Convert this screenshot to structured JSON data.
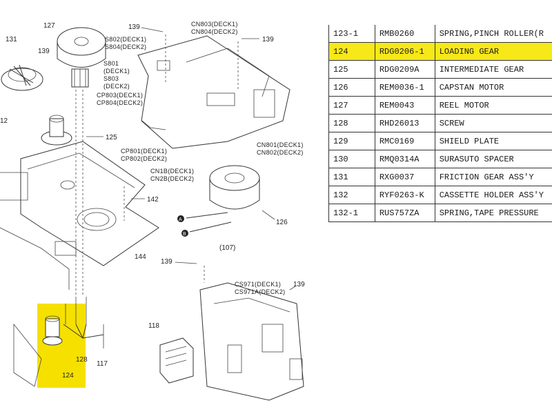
{
  "highlight_color": "#f5e000",
  "diagram": {
    "callouts": {
      "c127": "127",
      "c131": "131",
      "c139a": "139",
      "c139b": "139",
      "c139c": "139",
      "c139d": "139",
      "c139e": "139",
      "c125": "125",
      "c142": "142",
      "c144": "144",
      "c126": "126",
      "c107": "(107)",
      "c118": "118",
      "c117": "117",
      "c128": "128",
      "c124": "124",
      "c12": "12"
    },
    "labels": {
      "s802": "S802(DECK1)",
      "s804": "S804(DECK2)",
      "s801": "S801",
      "s801b": "(DECK1)",
      "s803": "S803",
      "s803b": "(DECK2)",
      "cp803": "CP803(DECK1)",
      "cp804": "CP804(DECK2)",
      "cn803": "CN803(DECK1)",
      "cn804": "CN804(DECK2)",
      "cp801": "CP801(DECK1)",
      "cp802": "CP802(DECK2)",
      "cn1b": "CN1B(DECK1)",
      "cn2b": "CN2B(DECK2)",
      "cn801": "CN801(DECK1)",
      "cn802": "CN802(DECK2)",
      "cs971": "CS971(DECK1)",
      "cs971a": "CS971A(DECK2)",
      "marker_a": "A",
      "marker_b": "B"
    }
  },
  "parts_table": {
    "rows": [
      {
        "ref": "123-1",
        "part": "RMB0260",
        "desc": "SPRING,PINCH ROLLER(R",
        "highlight": false
      },
      {
        "ref": "124",
        "part": "RDG0206-1",
        "desc": "LOADING GEAR",
        "highlight": true
      },
      {
        "ref": "125",
        "part": "RDG0209A",
        "desc": "INTERMEDIATE GEAR",
        "highlight": false
      },
      {
        "ref": "126",
        "part": "REM0036-1",
        "desc": "CAPSTAN MOTOR",
        "highlight": false
      },
      {
        "ref": "127",
        "part": "REM0043",
        "desc": "REEL MOTOR",
        "highlight": false
      },
      {
        "ref": "128",
        "part": "RHD26013",
        "desc": "SCREW",
        "highlight": false
      },
      {
        "ref": "129",
        "part": "RMC0169",
        "desc": "SHIELD PLATE",
        "highlight": false
      },
      {
        "ref": "130",
        "part": "RMQ0314A",
        "desc": "SURASUTO SPACER",
        "highlight": false
      },
      {
        "ref": "131",
        "part": "RXG0037",
        "desc": "FRICTION GEAR ASS'Y",
        "highlight": false
      },
      {
        "ref": "132",
        "part": "RYF0263-K",
        "desc": "CASSETTE HOLDER ASS'Y",
        "highlight": false
      },
      {
        "ref": "132-1",
        "part": "RUS757ZA",
        "desc": "SPRING,TAPE PRESSURE",
        "highlight": false
      }
    ]
  }
}
